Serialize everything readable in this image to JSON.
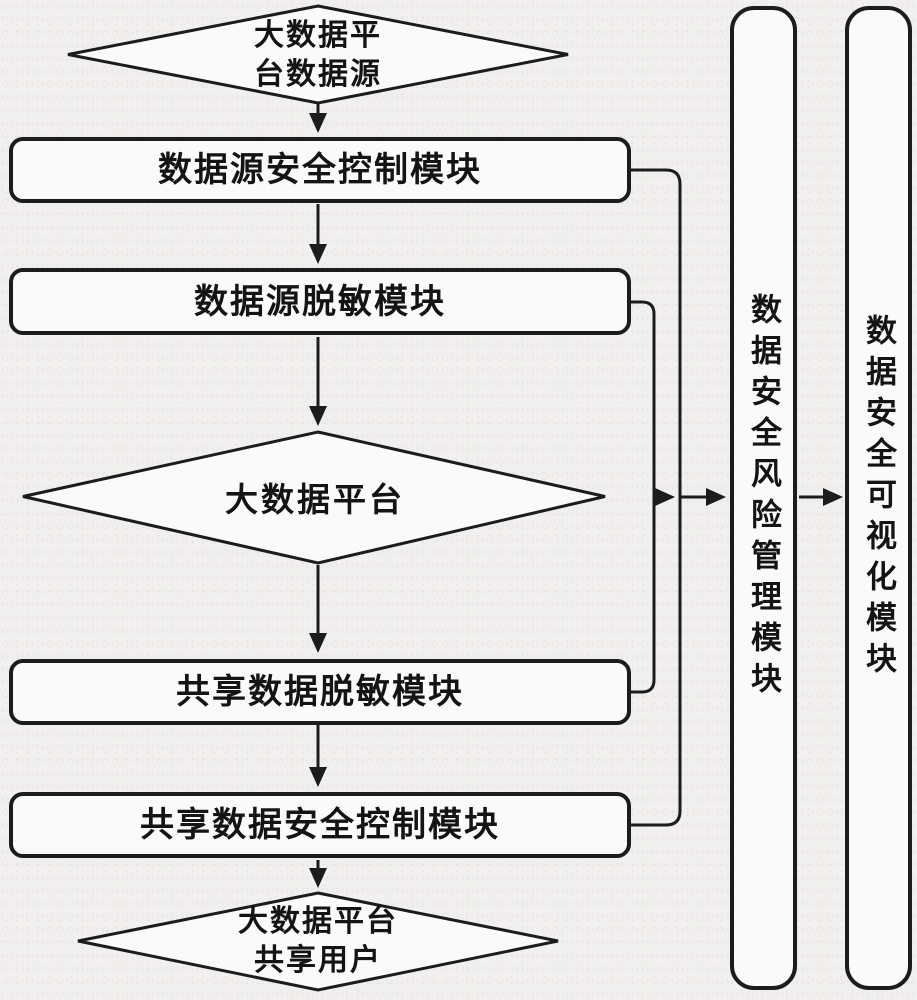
{
  "colors": {
    "line": "#1c1c1c",
    "background": "#f2f0ee",
    "node_fill": "#fbfaf8"
  },
  "nodes": {
    "source_diamond": {
      "label": "大数据平\n台数据源"
    },
    "source_security_box": {
      "label": "数据源安全控制模块"
    },
    "source_masking_box": {
      "label": "数据源脱敏模块"
    },
    "platform_diamond": {
      "label": "大数据平台"
    },
    "shared_masking_box": {
      "label": "共享数据脱敏模块"
    },
    "shared_security_box": {
      "label": "共享数据安全控制模块"
    },
    "shared_user_diamond": {
      "label": "大数据平台\n共享用户"
    },
    "risk_management_module": {
      "label": "数据安全风险管理模块"
    },
    "visualization_module": {
      "label": "数据安全可视化模块"
    }
  }
}
